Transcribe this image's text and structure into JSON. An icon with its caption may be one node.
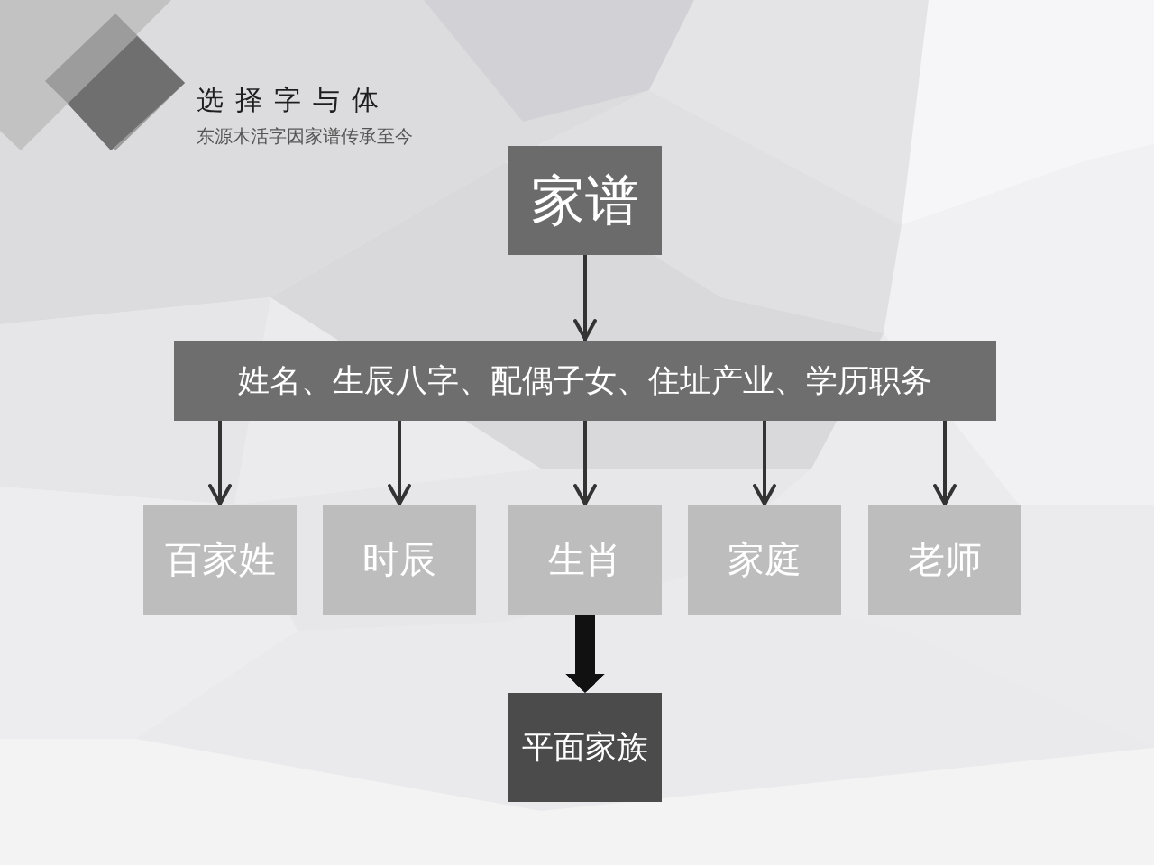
{
  "diagram": {
    "title": "选择字与体",
    "nodes": [
      {
        "text": [
          "家谱"
        ]
      },
      {
        "text": [
          "姓名、生辰八字、配偶子女、住址产业、学历职务"
        ]
      },
      {
        "text": [
          "百家姓"
        ]
      },
      {
        "text": [
          "时辰"
        ]
      },
      {
        "text": [
          "生肖"
        ]
      },
      {
        "text": [
          "家庭"
        ]
      },
      {
        "text": [
          "老师"
        ]
      },
      {
        "text": [
          "平面家族"
        ]
      }
    ],
    "edges": [
      {
        "from": 0,
        "to": 1,
        "arrow": "to"
      },
      {
        "from": 1,
        "to": 2,
        "arrow": "to"
      },
      {
        "from": 1,
        "to": 3,
        "arrow": "to"
      },
      {
        "from": 1,
        "to": 4,
        "arrow": "to"
      },
      {
        "from": 1,
        "to": 5,
        "arrow": "to"
      },
      {
        "from": 1,
        "to": 6,
        "arrow": "to"
      },
      {
        "from": 4,
        "to": 7,
        "arrow": "to",
        "style": "thick",
        "color": "#111111"
      }
    ],
    "labels": [
      "东源木活字因家谱传承至今"
    ]
  }
}
